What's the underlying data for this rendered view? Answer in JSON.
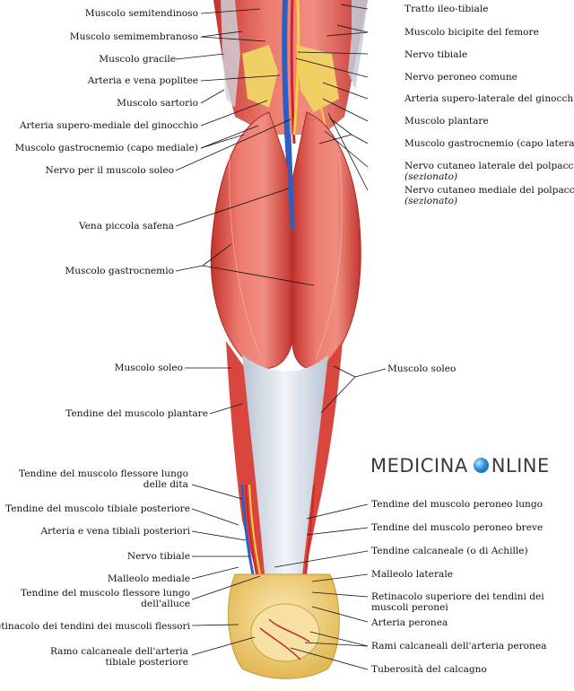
{
  "labels_left": [
    {
      "id": "semitendinoso",
      "text": "Muscolo semitendinoso"
    },
    {
      "id": "semimembranoso",
      "text": "Muscolo semimembranoso"
    },
    {
      "id": "gracile",
      "text": "Muscolo gracile"
    },
    {
      "id": "poplitee",
      "text": "Arteria e vena poplitee"
    },
    {
      "id": "sartorio",
      "text": "Muscolo sartorio"
    },
    {
      "id": "supero-mediale",
      "text": "Arteria supero-mediale del ginocchio"
    },
    {
      "id": "gastro-mediale",
      "text": "Muscolo gastrocnemio (capo mediale)"
    },
    {
      "id": "nervo-soleo",
      "text": "Nervo per il muscolo soleo"
    },
    {
      "id": "safena",
      "text": "Vena piccola safena"
    },
    {
      "id": "gastrocnemio",
      "text": "Muscolo gastrocnemio"
    },
    {
      "id": "soleo-l",
      "text": "Muscolo soleo"
    },
    {
      "id": "tendine-plantare",
      "text": "Tendine del muscolo plantare"
    },
    {
      "id": "flessore-dita",
      "lines": [
        "Tendine del muscolo flessore lungo",
        "delle dita"
      ]
    },
    {
      "id": "tibiale-post",
      "text": "Tendine del muscolo tibiale posteriore"
    },
    {
      "id": "tibiali-post",
      "text": "Arteria e vena tibiali posteriori"
    },
    {
      "id": "nervo-tibiale-l",
      "text": "Nervo tibiale"
    },
    {
      "id": "malleolo-mediale",
      "text": "Malleolo mediale"
    },
    {
      "id": "flessore-alluce",
      "lines": [
        "Tendine del muscolo flessore lungo",
        "dell'alluce"
      ]
    },
    {
      "id": "retinacolo-flessori",
      "text": "Retinacolo dei tendini dei muscoli flessori"
    },
    {
      "id": "ramo-calcaneale",
      "lines": [
        "Ramo calcaneale dell'arteria",
        "tibiale posteriore"
      ]
    }
  ],
  "labels_right": [
    {
      "id": "ileo-tibiale",
      "text": "Tratto ileo-tibiale"
    },
    {
      "id": "bicipite",
      "text": "Muscolo bicipite del femore"
    },
    {
      "id": "nervo-tibiale-r",
      "text": "Nervo tibiale"
    },
    {
      "id": "peroneo-comune",
      "text": "Nervo peroneo comune"
    },
    {
      "id": "supero-laterale",
      "text": "Arteria supero-laterale del ginocchio"
    },
    {
      "id": "plantare",
      "text": "Muscolo plantare"
    },
    {
      "id": "gastro-laterale",
      "text": "Muscolo gastrocnemio (capo laterale)"
    },
    {
      "id": "cutaneo-laterale",
      "text": "Nervo cutaneo laterale del polpaccio",
      "sub": "(sezionato)"
    },
    {
      "id": "cutaneo-mediale",
      "text": "Nervo cutaneo mediale del polpaccio",
      "sub": "(sezionato)"
    },
    {
      "id": "soleo-r",
      "text": "Muscolo soleo"
    },
    {
      "id": "peroneo-lungo",
      "text": "Tendine del muscolo peroneo lungo"
    },
    {
      "id": "peroneo-breve",
      "text": "Tendine del muscolo peroneo breve"
    },
    {
      "id": "calcaneale",
      "text": "Tendine calcaneale (o di Achille)"
    },
    {
      "id": "malleolo-laterale",
      "text": "Malleolo laterale"
    },
    {
      "id": "retinacolo-superiore",
      "lines": [
        "Retinacolo superiore dei tendini dei",
        "muscoli peronei"
      ]
    },
    {
      "id": "arteria-peronea",
      "text": "Arteria peronea"
    },
    {
      "id": "rami-calcaneali",
      "text": "Rami calcaneali dell'arteria peronea"
    },
    {
      "id": "tuberosita",
      "text": "Tuberosità del calcagno"
    }
  ],
  "logo": {
    "before": "MEDICINA",
    "after": "NLINE"
  },
  "colors": {
    "muscle": "#d9463d",
    "muscle_light": "#ee8a7e",
    "tendon": "#d7dde6",
    "vein": "#2a5fc4",
    "artery": "#c8282a",
    "nerve": "#f3d23c",
    "fat": "#f2d36a",
    "bone": "#f1dc9c"
  }
}
